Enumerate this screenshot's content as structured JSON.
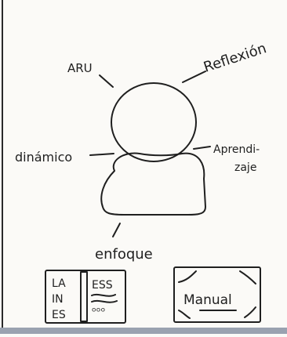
{
  "labels": {
    "aru": "ARU",
    "reflexion": "Reflexión",
    "dinamico": "dinámico",
    "aprendizaje_1": "Aprendi-",
    "aprendizaje_2": "zaje",
    "enfoque": "enfoque"
  },
  "book": {
    "left_lines": [
      "LA",
      "IN",
      "ES"
    ],
    "right_text": "ESS",
    "right_marks": "ᵒᵒᵒ"
  },
  "card": {
    "label": "Manual"
  }
}
